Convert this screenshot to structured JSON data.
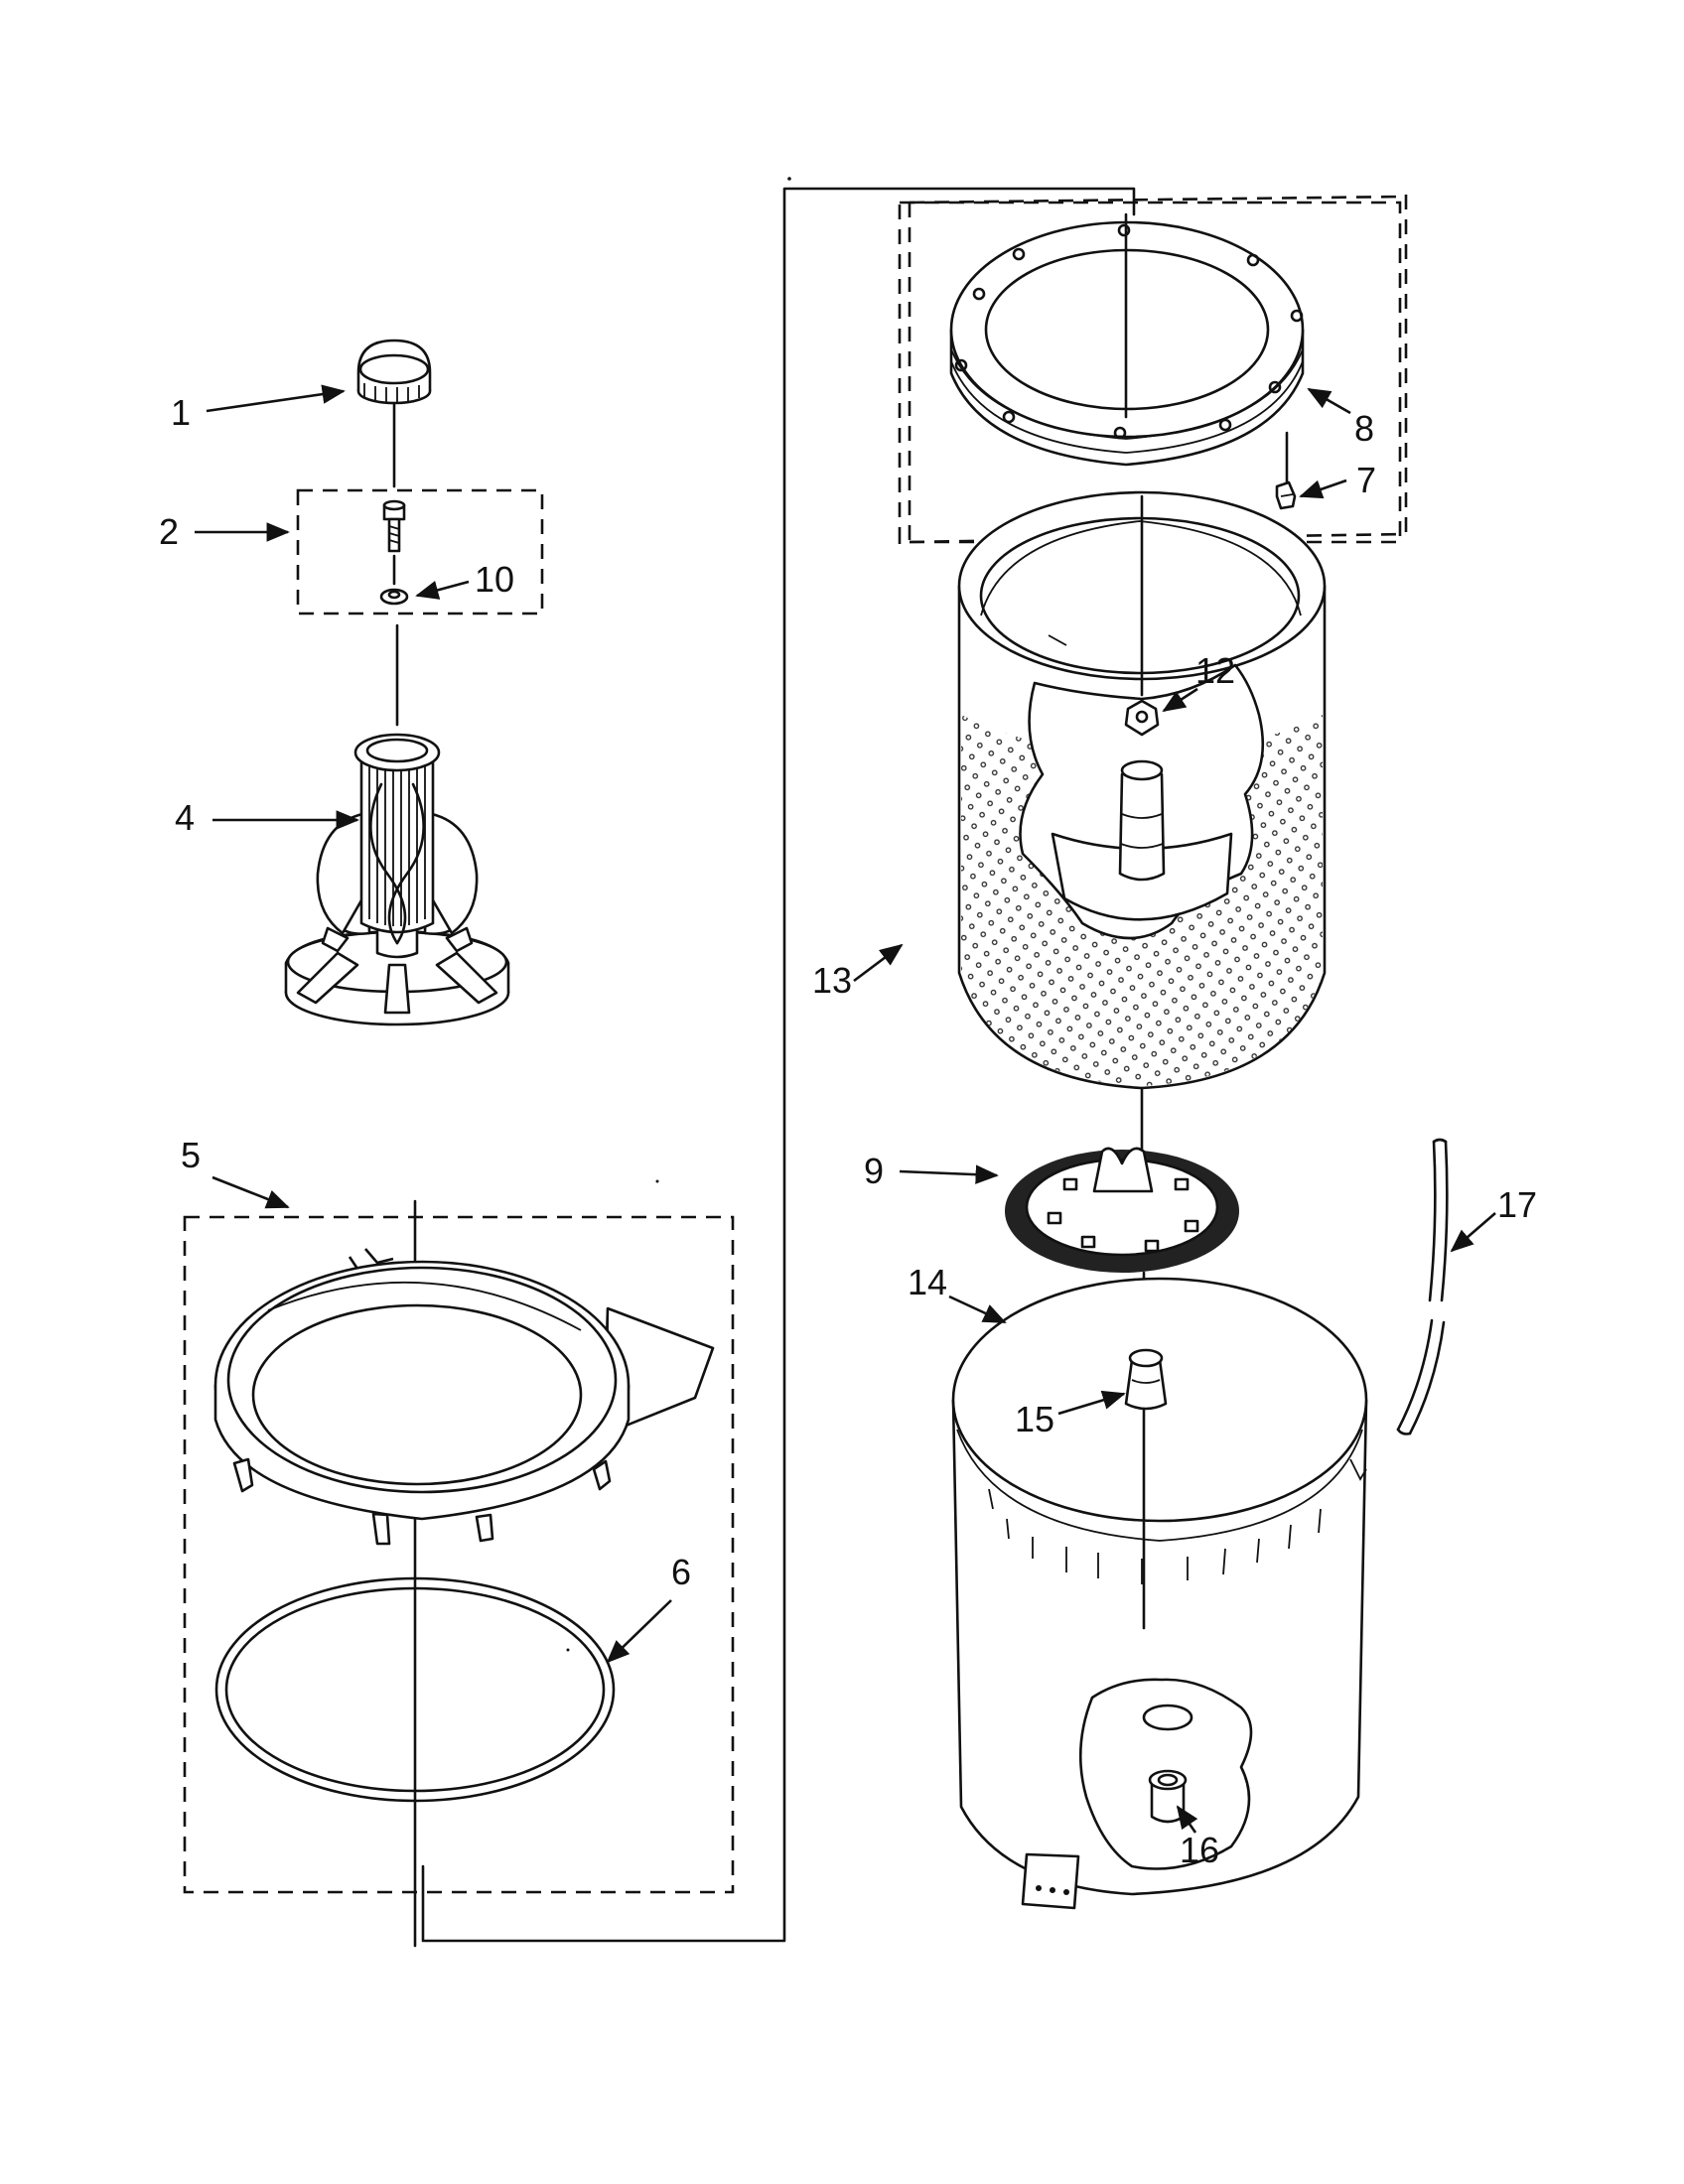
{
  "labels": {
    "part_1": "1",
    "part_2": "2",
    "part_4": "4",
    "part_5": "5",
    "part_6": "6",
    "part_7": "7",
    "part_8": "8",
    "part_9": "9",
    "part_10": "10",
    "part_12": "12",
    "part_13": "13",
    "part_14": "14",
    "part_15": "15",
    "part_16": "16",
    "part_17": "17"
  }
}
